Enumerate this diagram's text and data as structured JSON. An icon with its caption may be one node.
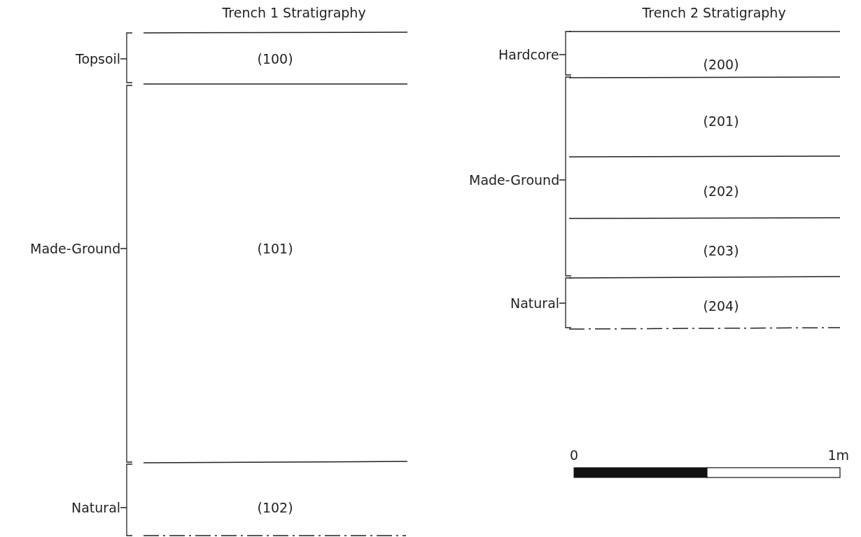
{
  "diagram": {
    "labels": [
      "Trench 1 Stratigraphy",
      "Topsoil",
      "(100)",
      "Made-Ground",
      "(101)",
      "Natural",
      "(102)",
      "Trench 2 Stratigraphy",
      "Hardcore",
      "(200)",
      "(201)",
      "Made-Ground",
      "(202)",
      "(203)",
      "Natural",
      "(204)",
      "0",
      "1m"
    ]
  }
}
